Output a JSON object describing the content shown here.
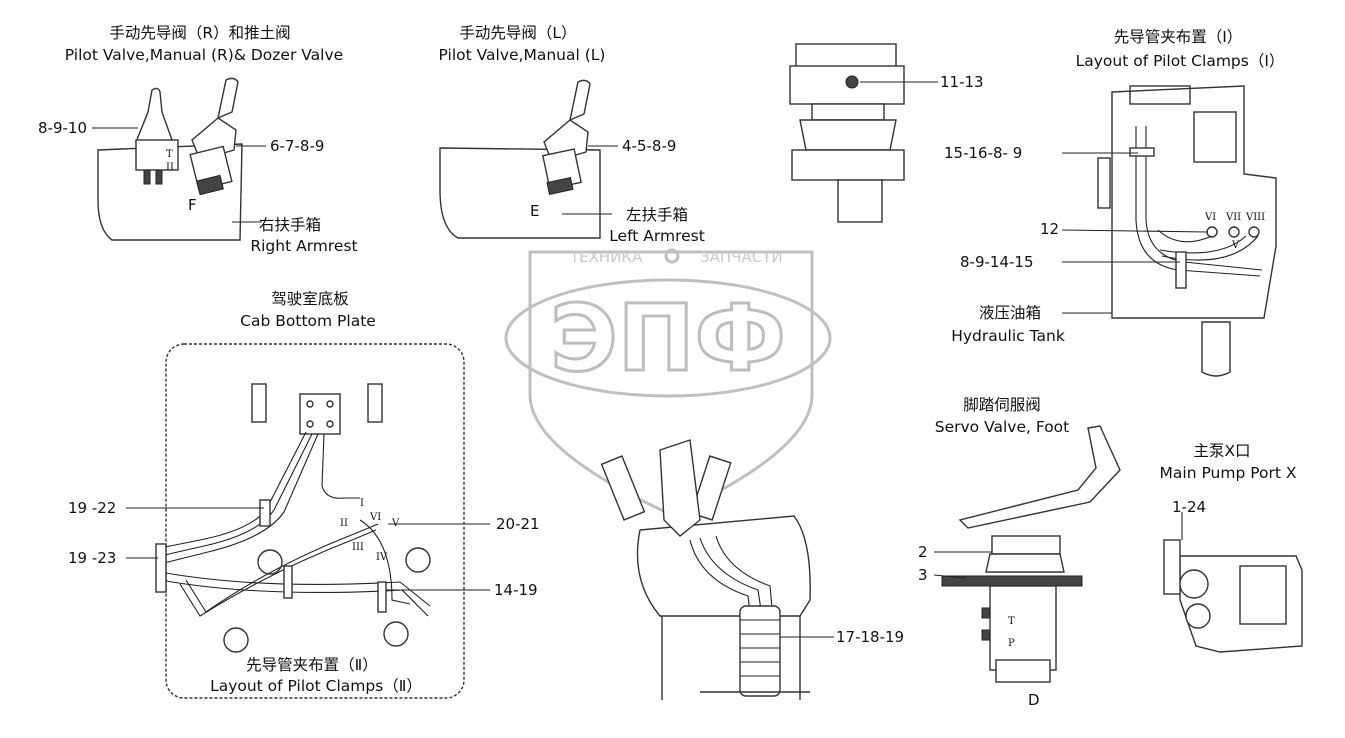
{
  "captions": {
    "pilot_r_zh": "手动先导阀（R）和推土阀",
    "pilot_r_en": "Pilot Valve,Manual (R)& Dozer Valve",
    "pilot_l_zh": "手动先导阀（L）",
    "pilot_l_en": "Pilot Valve,Manual (L)",
    "clamps1_zh": "先导管夹布置（Ⅰ）",
    "clamps1_en": "Layout of Pilot Clamps（Ⅰ）",
    "armrest_r_zh": "右扶手箱",
    "armrest_r_en": "Right Armrest",
    "armrest_l_zh": "左扶手箱",
    "armrest_l_en": "Left Armrest",
    "cab_zh": "驾驶室底板",
    "cab_en": "Cab Bottom Plate",
    "tank_zh": "液压油箱",
    "tank_en": "Hydraulic Tank",
    "servo_zh": "脚踏伺服阀",
    "servo_en": "Servo Valve, Foot",
    "pump_zh": "主泵X口",
    "pump_en": "Main Pump Port X",
    "clamps2_zh": "先导管夹布置（Ⅱ）",
    "clamps2_en": "Layout of Pilot Clamps（Ⅱ）"
  },
  "callouts": {
    "c1": "8-9-10",
    "c2": "6-7-8-9",
    "c3": "4-5-8-9",
    "c4": "11-13",
    "c5": "15-16-8- 9",
    "c6": "12",
    "c7": "8-9-14-15",
    "c8": "19 -22",
    "c9": "19 -23",
    "c10": "20-21",
    "c11": "14-19",
    "c12": "17-18-19",
    "c13": "2",
    "c14": "3",
    "c15": "1-24"
  },
  "view_letters": {
    "f": "F",
    "e": "E",
    "d": "D"
  },
  "port_marks": {
    "I": "I",
    "II": "II",
    "III": "III",
    "IV": "IV",
    "V": "V",
    "VI": "VI",
    "VII": "VII",
    "VIII": "VIII",
    "T": "T",
    "P": "P"
  },
  "watermark": {
    "top_left": "ТЕХНИКА",
    "top_right": "ЗАПЧАСТИ",
    "big": "ЭПФ"
  }
}
